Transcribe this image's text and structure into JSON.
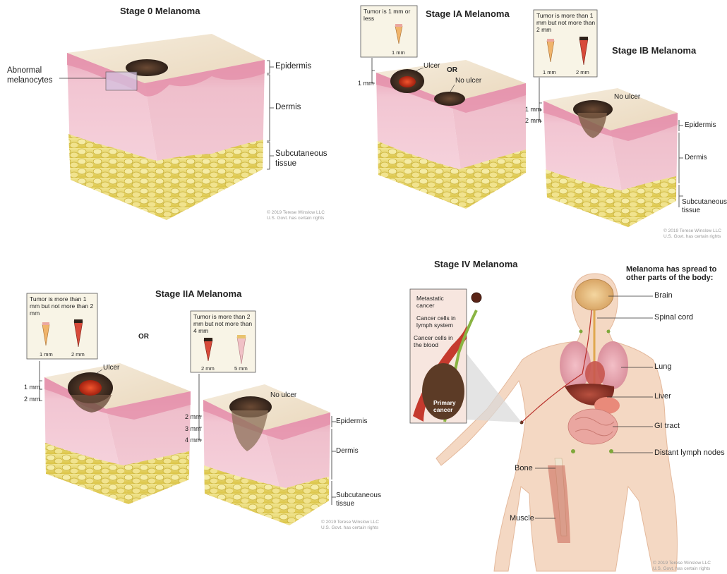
{
  "panels": {
    "stage0": {
      "title": "Stage 0 Melanoma",
      "abnormal": "Abnormal melanocytes",
      "epidermis": "Epidermis",
      "dermis": "Dermis",
      "subcutaneous": "Subcutaneous tissue",
      "credit1": "© 2019 Terese Winslow LLC",
      "credit2": "U.S. Govt. has certain rights"
    },
    "stage1a": {
      "title": "Stage IA Melanoma",
      "box_text": "Tumor is 1 mm or less",
      "box_mm": "1 mm",
      "depth_1mm": "1 mm",
      "ulcer": "Ulcer",
      "or": "OR",
      "no_ulcer": "No ulcer"
    },
    "stage1b": {
      "title": "Stage IB Melanoma",
      "box_text": "Tumor is more than 1 mm but not more than 2 mm",
      "box_mm1": "1 mm",
      "box_mm2": "2 mm",
      "no_ulcer": "No ulcer",
      "depth_1mm": "1 mm",
      "depth_2mm": "2 mm",
      "epidermis": "Epidermis",
      "dermis": "Dermis",
      "subcutaneous": "Subcutaneous tissue",
      "credit1": "© 2019 Terese Winslow LLC",
      "credit2": "U.S. Govt. has certain rights"
    },
    "stage2a": {
      "title": "Stage IIA Melanoma",
      "box1_text": "Tumor is more than 1 mm but not more than 2 mm",
      "box1_mm1": "1 mm",
      "box1_mm2": "2 mm",
      "or": "OR",
      "box2_text": "Tumor is more than 2 mm but not more than 4 mm",
      "box2_mm1": "2 mm",
      "box2_mm2": "5 mm",
      "ulcer": "Ulcer",
      "no_ulcer": "No ulcer",
      "depth_left_1": "1 mm",
      "depth_left_2": "2 mm",
      "depth_right_2": "2 mm",
      "depth_right_3": "3 mm",
      "depth_right_4": "4 mm",
      "epidermis": "Epidermis",
      "dermis": "Dermis",
      "subcutaneous": "Subcutaneous tissue",
      "credit1": "© 2019 Terese Winslow LLC",
      "credit2": "U.S. Govt. has certain rights"
    },
    "stage4": {
      "title": "Stage IV Melanoma",
      "heading": "Melanoma has spread to other parts of the body:",
      "metastatic": "Metastatic cancer",
      "lymph": "Cancer cells in lymph system",
      "blood": "Cancer cells in the blood",
      "primary": "Primary cancer",
      "organs": [
        "Brain",
        "Spinal cord",
        "Lung",
        "Liver",
        "GI tract",
        "Distant lymph nodes"
      ],
      "bone": "Bone",
      "muscle": "Muscle",
      "credit1": "© 2019 Terese Winslow LLC",
      "credit2": "U.S. Govt. has certain rights"
    }
  },
  "colors": {
    "epidermis": "#ebaec0",
    "dermis": "#f6d3dc",
    "fat": "#e9d86a",
    "skin_top": "#f2e6d2",
    "tumor": "#4a3325",
    "ulcer": "#d9361f",
    "body": "#f3d4bd"
  }
}
